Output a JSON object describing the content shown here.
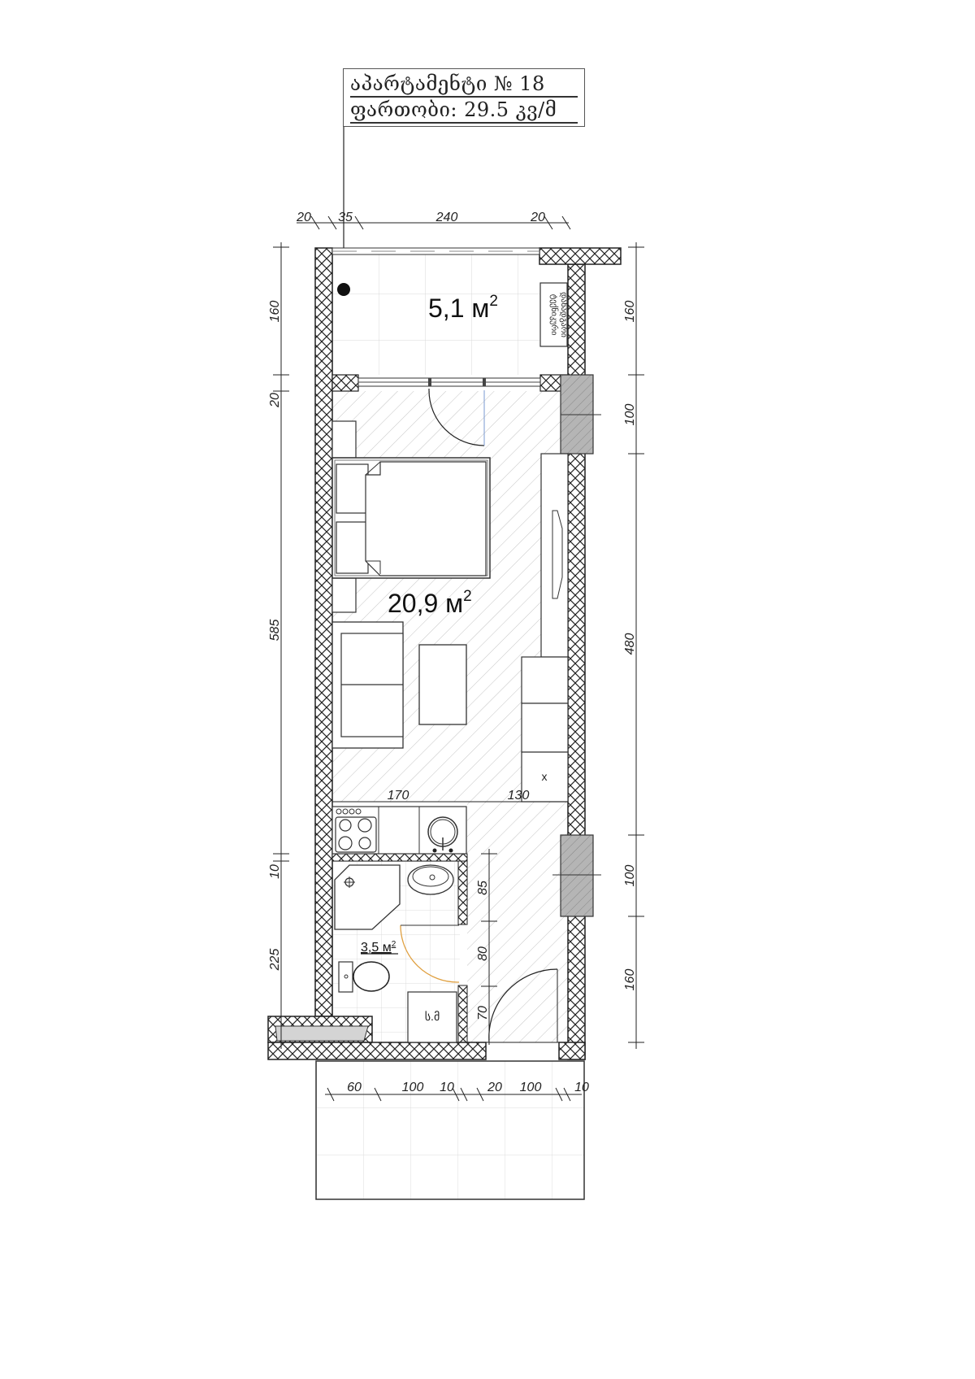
{
  "title_block": {
    "line1": "აპარტამენტი  №  18",
    "line2": "ფართობი:  29.5  კვ/მ",
    "apartment_number": "18",
    "total_area": "29.5"
  },
  "rooms": {
    "balcony": {
      "area": "5,1 м",
      "sup": "2",
      "equipment_label_1": "ტექნიკური",
      "equipment_label_2": "დანადგარი"
    },
    "living": {
      "area": "20,9 м",
      "sup": "2"
    },
    "bathroom": {
      "area": "3,5 м",
      "sup": "2",
      "washer_label": "ს.მ"
    },
    "kitchen": {
      "mark": "x"
    }
  },
  "dimensions": {
    "top": [
      "20",
      "35",
      "240",
      "20"
    ],
    "left": [
      "160",
      "20",
      "585",
      "10",
      "225"
    ],
    "right": [
      "160",
      "100",
      "480",
      "100",
      "160"
    ],
    "kitchen_row": [
      "170",
      "130"
    ],
    "corridor": [
      "85",
      "80",
      "70"
    ],
    "bottom": [
      "60",
      "100",
      "10",
      "20",
      "100",
      "10"
    ]
  },
  "colors": {
    "line": "#222222",
    "hatch": "#bdbdbd",
    "grid": "#d9d9d9",
    "window_fill": "#b3b3b3",
    "door_arc_bath": "#e0a040"
  }
}
